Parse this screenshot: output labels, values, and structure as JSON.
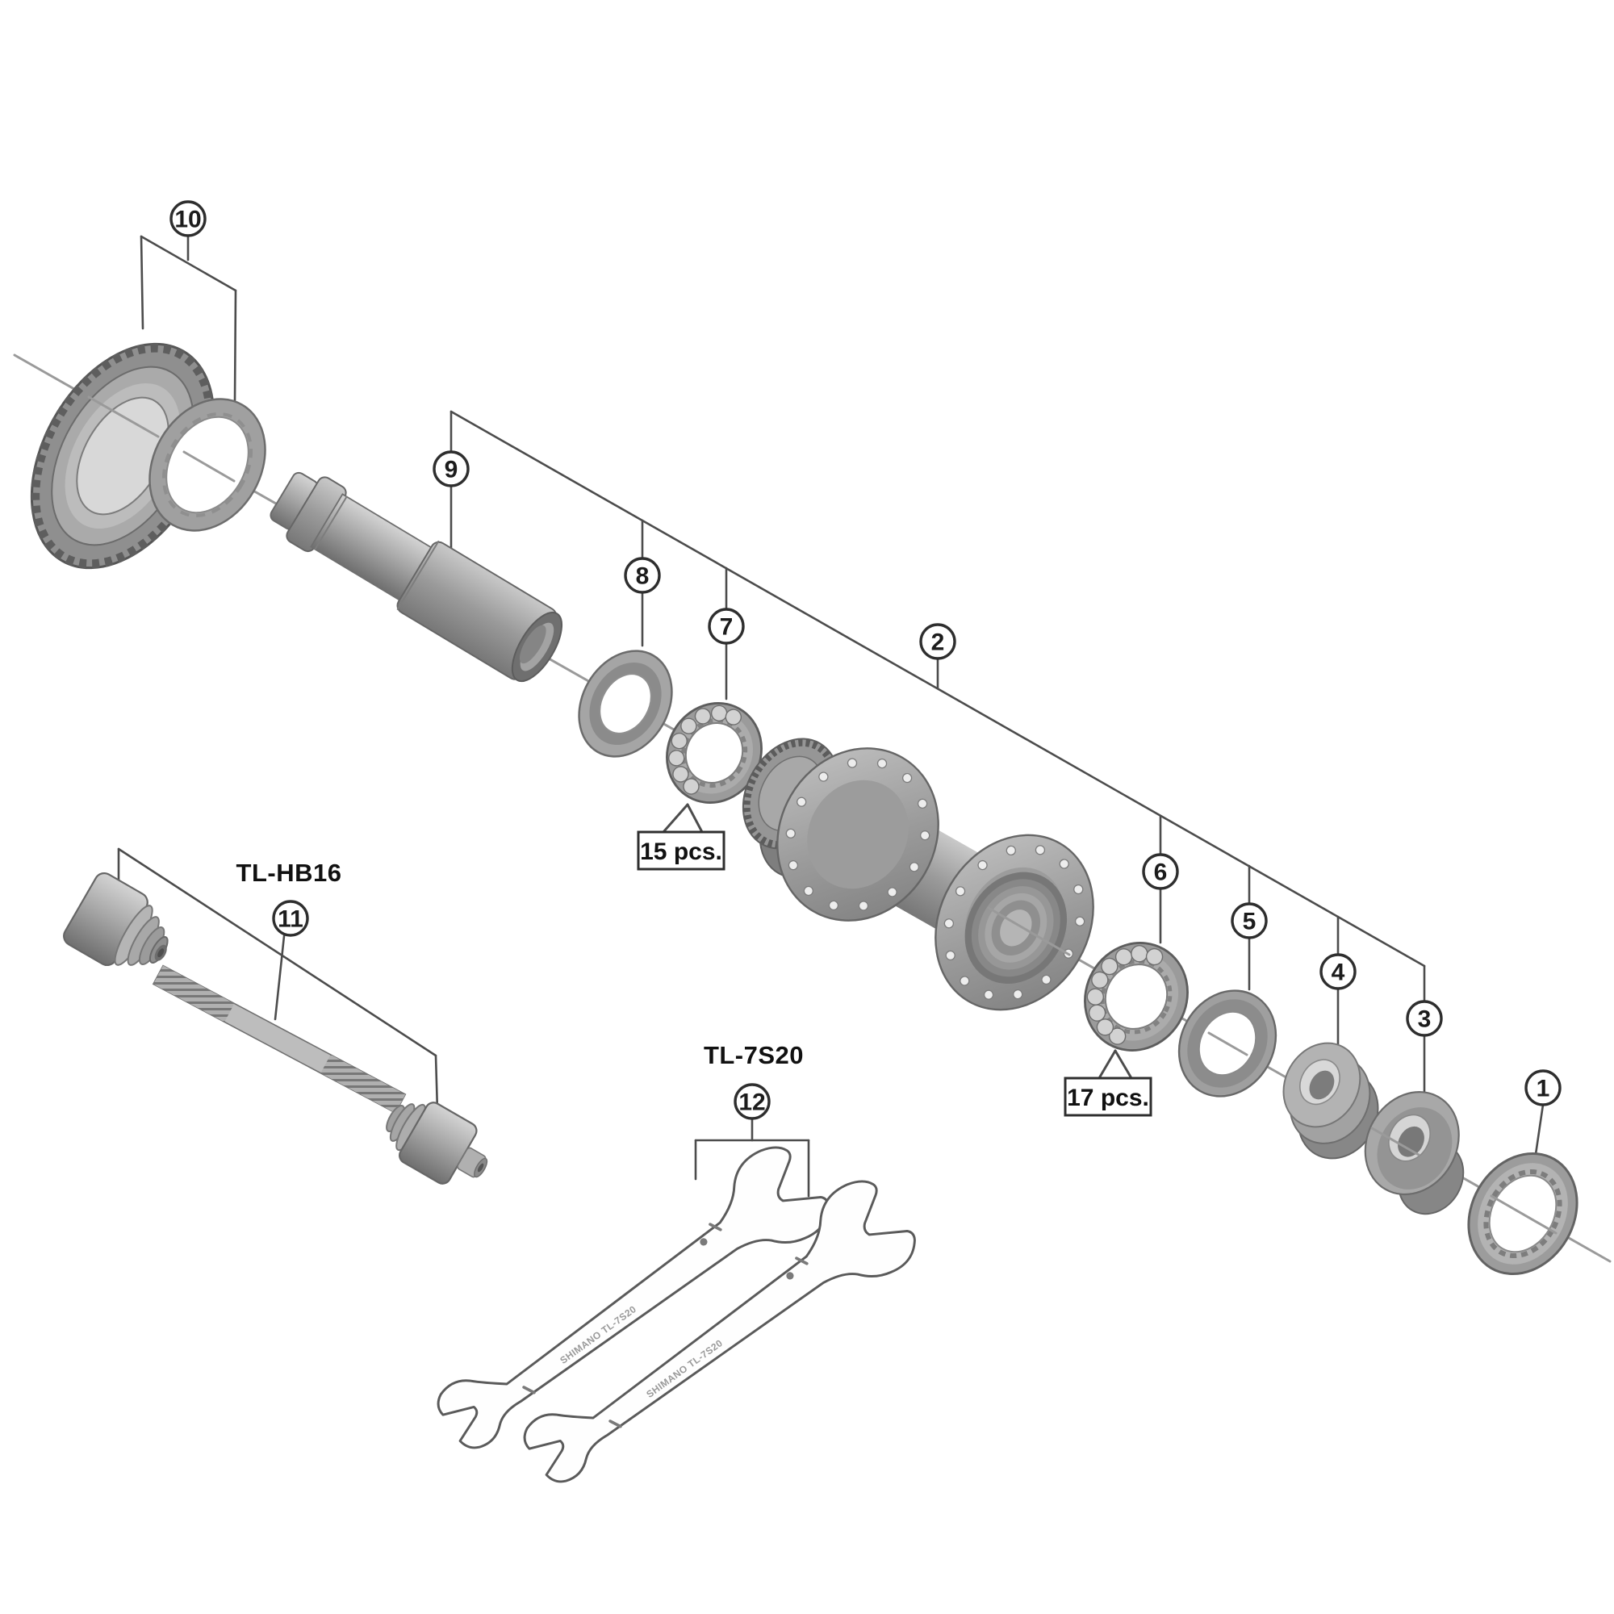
{
  "diagram": {
    "callouts": [
      {
        "num": "1",
        "part": "hub-cap"
      },
      {
        "num": "2",
        "part": "hub-shell"
      },
      {
        "num": "3",
        "part": "cone-with-flange"
      },
      {
        "num": "4",
        "part": "cone"
      },
      {
        "num": "5",
        "part": "flat-washer"
      },
      {
        "num": "6",
        "part": "ball-retainer-right"
      },
      {
        "num": "7",
        "part": "ball-retainer-left"
      },
      {
        "num": "8",
        "part": "dust-washer"
      },
      {
        "num": "9",
        "part": "axle-tube"
      },
      {
        "num": "10",
        "part": "lock-ring-and-spline-washer"
      },
      {
        "num": "11",
        "part": "quick-release-skewer"
      },
      {
        "num": "12",
        "part": "cone-wrench-set"
      }
    ],
    "labels": {
      "tool_hb16": "TL-HB16",
      "tool_7s20": "TL-7S20"
    },
    "quantity_labels": {
      "left": "15 pcs.",
      "right": "17 pcs."
    },
    "wrench_stamp": "SHIMANO TL-7S20",
    "colors": {
      "line": "#4c4c4c",
      "axis": "#9a9a9a",
      "metal": "#9d9d9d",
      "metal_dark": "#6f6f6f",
      "metal_light": "#cfcfcf",
      "background": "#ffffff"
    }
  }
}
